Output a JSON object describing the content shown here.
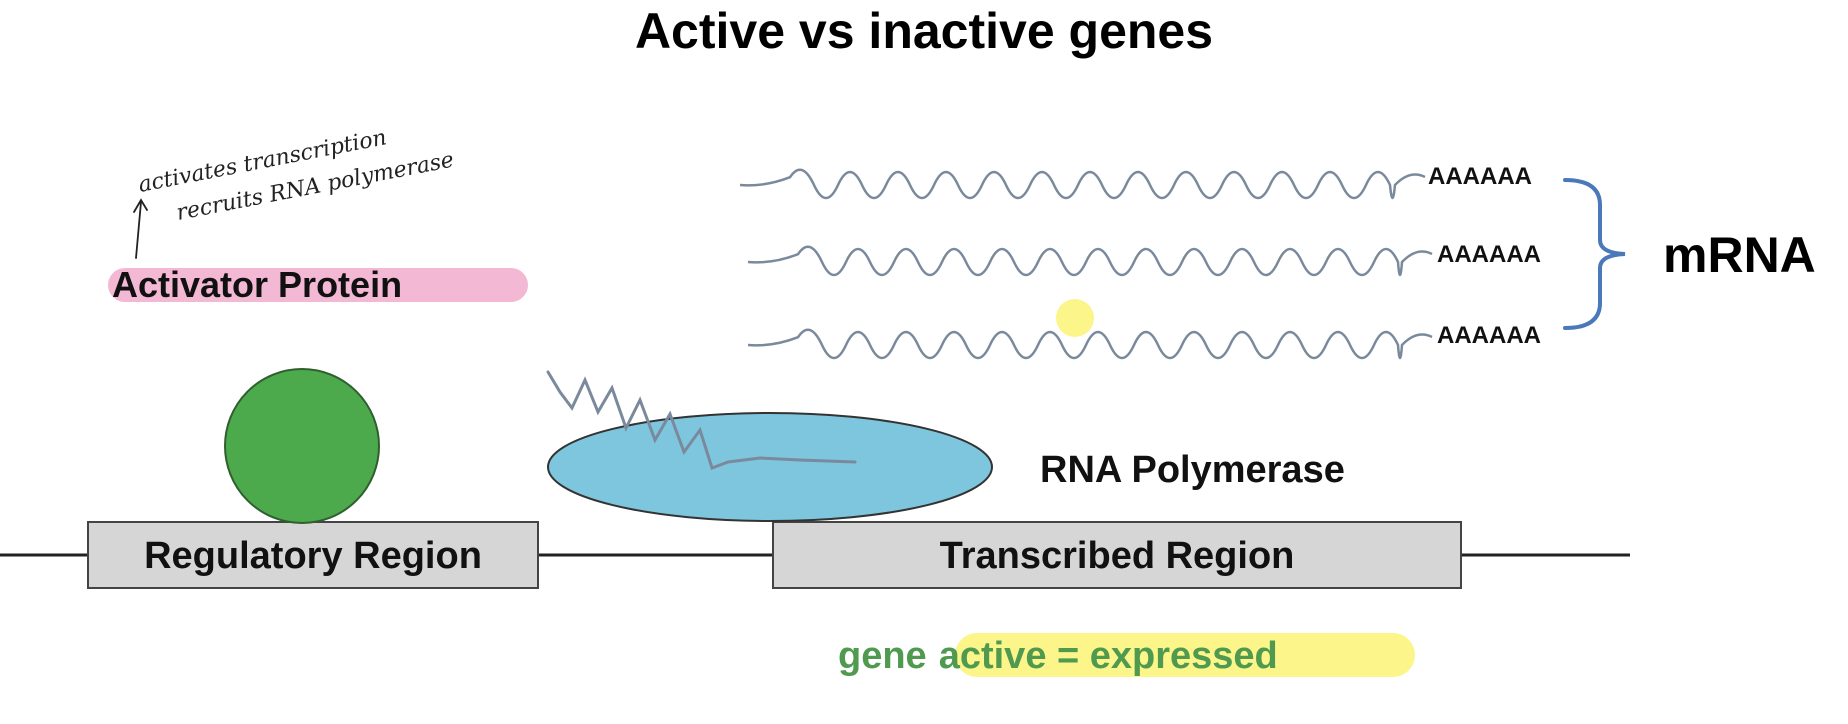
{
  "slide": {
    "title": "Active vs inactive genes"
  },
  "annotation": {
    "line1": "activates transcription",
    "line2": "recruits RNA polymerase"
  },
  "labels": {
    "activator_protein": "Activator Protein",
    "rna_polymerase": "RNA Polymerase",
    "regulatory_region": "Regulatory Region",
    "transcribed_region": "Transcribed Region",
    "mrna": "mRNA",
    "poly_a": [
      "AAAAAA",
      "AAAAAA",
      "AAAAAA"
    ],
    "gene_word": "gene",
    "status": "active = expressed"
  },
  "colors": {
    "activator_fill": "#4caa4c",
    "polymerase_fill": "#7ec6de",
    "region_fill": "#d6d6d6",
    "mrna_strand": "#7a8a9c",
    "bracket": "#4a78b8",
    "pink_highlight": "#f2b8d4",
    "yellow_highlight": "#fbf58a",
    "status_text": "#4f9a4f"
  }
}
